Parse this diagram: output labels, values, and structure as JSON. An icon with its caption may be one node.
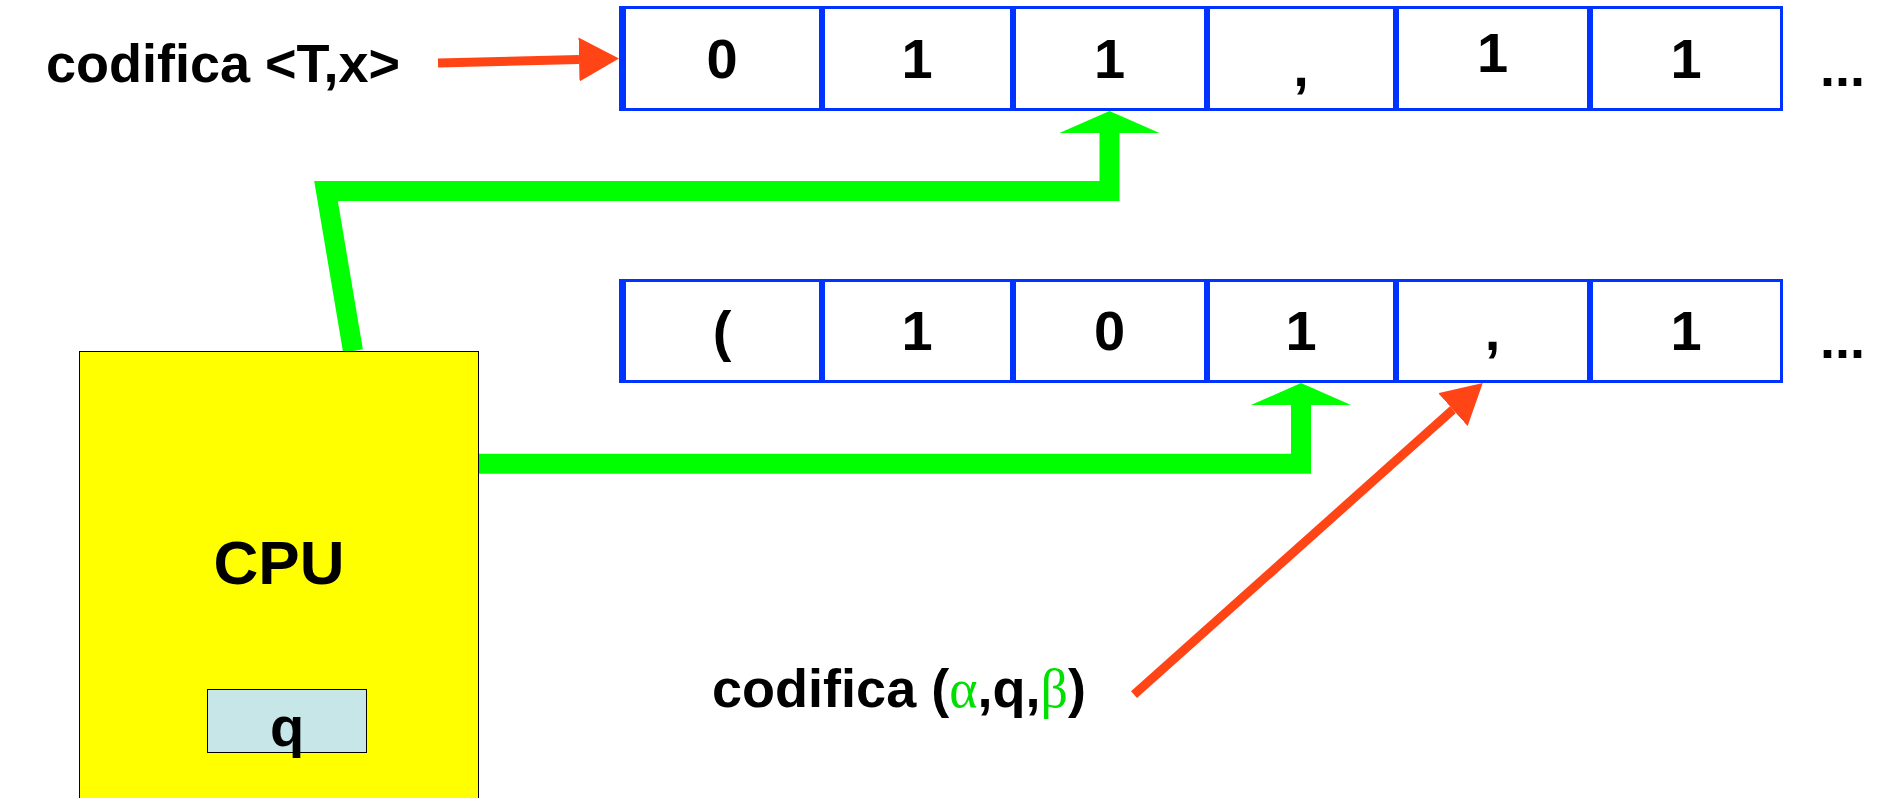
{
  "diagram": {
    "nodes": [
      {
        "text": [
          "codifica <T,x>"
        ]
      },
      {
        "text": [],
        "shape": "box"
      },
      {
        "text": [
          "0"
        ],
        "in": 1
      },
      {
        "text": [
          "1"
        ],
        "in": 1
      },
      {
        "text": [
          "1"
        ],
        "in": 1
      },
      {
        "text": [
          ","
        ],
        "in": 1
      },
      {
        "text": [
          "1"
        ],
        "in": 1
      },
      {
        "text": [
          "1"
        ],
        "in": 1
      },
      {
        "text": [],
        "shape": "box"
      },
      {
        "text": [
          "("
        ],
        "in": 8
      },
      {
        "text": [
          "1"
        ],
        "in": 8
      },
      {
        "text": [
          "0"
        ],
        "in": 8
      },
      {
        "text": [
          "1"
        ],
        "in": 8
      },
      {
        "text": [
          ","
        ],
        "in": 8
      },
      {
        "text": [
          "1"
        ],
        "in": 8
      },
      {
        "text": [
          "CPU"
        ]
      },
      {
        "text": [
          "q"
        ],
        "in": 15
      },
      {
        "text": [
          "codifica (α,q,β)"
        ]
      }
    ],
    "edges": [
      {
        "from": 0,
        "to": 1,
        "arrow": "to",
        "color": "#ff4516"
      },
      {
        "from": 15,
        "to": 4,
        "arrow": "to",
        "style": "thick",
        "color": "#00ff00"
      },
      {
        "from": 15,
        "to": 12,
        "arrow": "to",
        "style": "thick",
        "color": "#00ff00"
      },
      {
        "from": 17,
        "to": 13,
        "arrow": "to",
        "color": "#ff4516"
      }
    ],
    "labels": [
      "...",
      "..."
    ]
  }
}
